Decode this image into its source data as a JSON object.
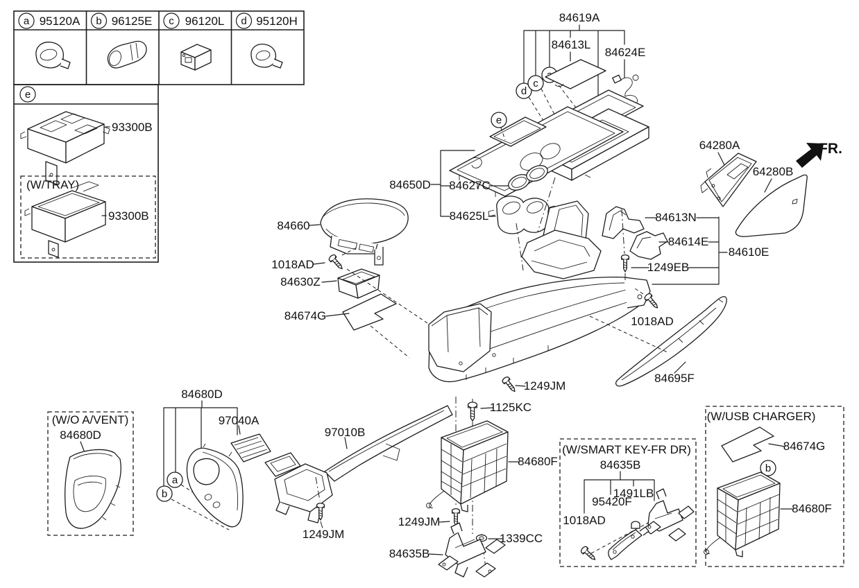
{
  "parts": {
    "95120A": "95120A",
    "96125E": "96125E",
    "96120L": "96120L",
    "95120H": "95120H",
    "93300B": "93300B",
    "84619A": "84619A",
    "84613L": "84613L",
    "84624E": "84624E",
    "84650D": "84650D",
    "84627C": "84627C",
    "84625L": "84625L",
    "84660": "84660",
    "1018AD": "1018AD",
    "84630Z": "84630Z",
    "84674G": "84674G",
    "64280A": "64280A",
    "64280B": "64280B",
    "84613N": "84613N",
    "84614E": "84614E",
    "1249EB": "1249EB",
    "84610E": "84610E",
    "1249JM": "1249JM",
    "84695F": "84695F",
    "84680D": "84680D",
    "97040A": "97040A",
    "97010B": "97010B",
    "1125KC": "1125KC",
    "84680F": "84680F",
    "1339CC": "1339CC",
    "84635B": "84635B",
    "95420F": "95420F",
    "1491LB": "1491LB"
  },
  "callouts": {
    "a": "a",
    "b": "b",
    "c": "c",
    "d": "d",
    "e": "e"
  },
  "variants": {
    "w_tray": "(W/TRAY)",
    "wo_avent": "(W/O A/VENT)",
    "smart_key": "(W/SMART KEY-FR DR)",
    "usb_charger": "(W/USB CHARGER)"
  },
  "direction": {
    "fr": "FR."
  },
  "colors": {
    "line": "#1c1c1c",
    "text": "#111111",
    "background": "#ffffff"
  }
}
